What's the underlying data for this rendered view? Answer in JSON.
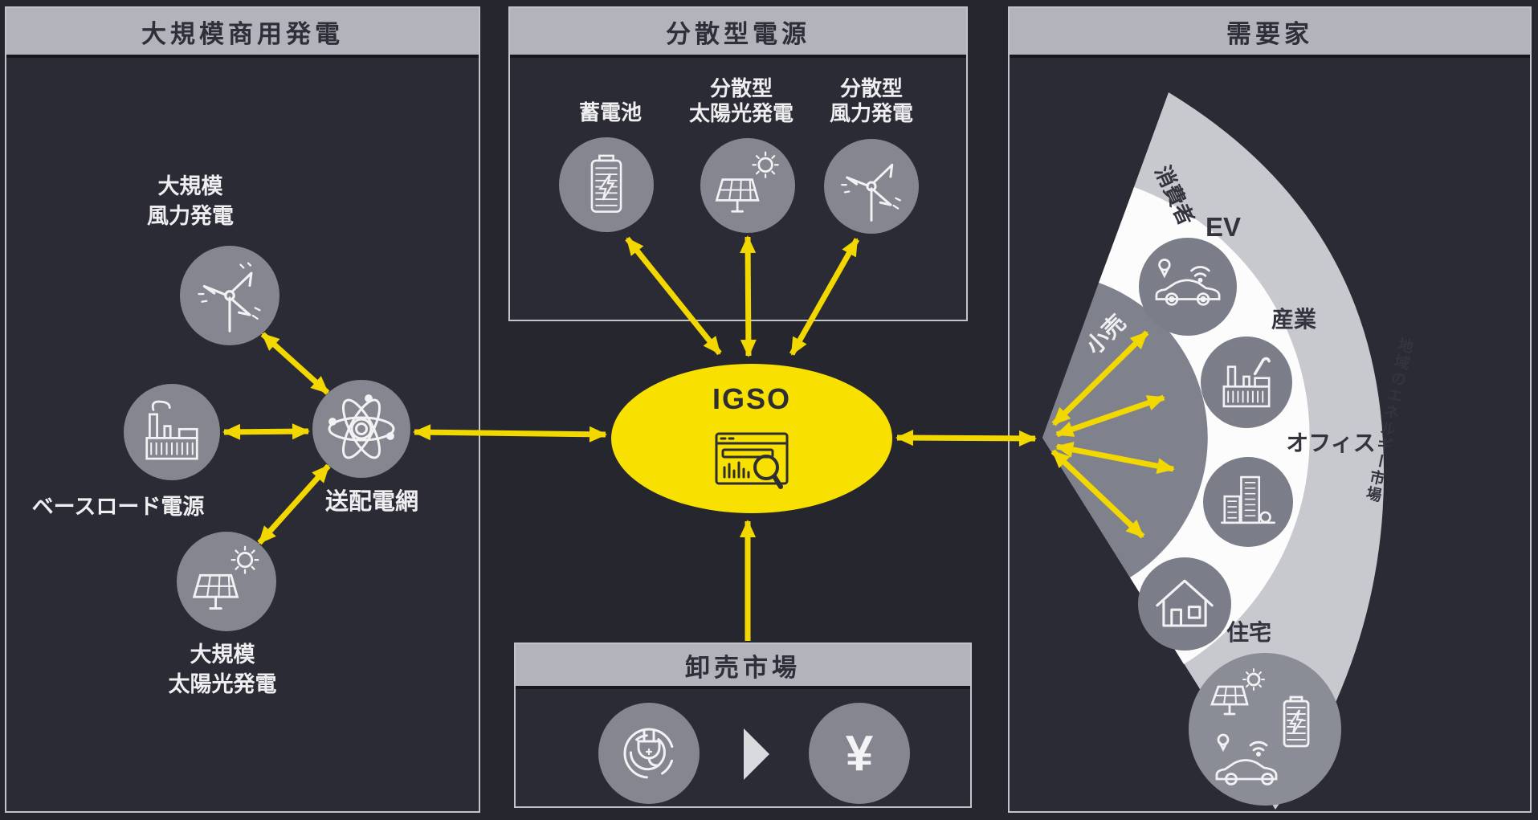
{
  "left_panel": {
    "title": "大規模商用発電",
    "wind_label": [
      "大規模",
      "風力発電"
    ],
    "baseload_label": "ベースロード電源",
    "grid_label": "送配電網",
    "solar_label": [
      "大規模",
      "太陽光発電"
    ]
  },
  "distributed_panel": {
    "title": "分散型電源",
    "battery_label": "蓄電池",
    "solar_label": [
      "分散型",
      "太陽光発電"
    ],
    "wind_label": [
      "分散型",
      "風力発電"
    ]
  },
  "wholesale_panel": {
    "title": "卸売市場",
    "yen": "¥"
  },
  "consumer_panel": {
    "title": "需要家",
    "consumer": "消費者",
    "retail": "小売",
    "ev": "EV",
    "industry": "産業",
    "office": "オフィス",
    "residential": "住宅",
    "regional_market": "地域のエネルギー市場"
  },
  "center_hub": {
    "label": "IGSO"
  },
  "icons": {
    "left": [
      "wind-turbine-icon",
      "factory-icon",
      "atom-grid-icon",
      "solar-panel-icon"
    ],
    "distributed": [
      "battery-icon",
      "solar-panel-icon",
      "wind-turbine-icon"
    ],
    "wholesale": [
      "plug-icon",
      "flow-triangle-icon",
      "yen-icon"
    ],
    "consumers": [
      "ev-car-icon",
      "industry-factory-icon",
      "office-building-icon",
      "house-icon",
      "prosumer-combo-icon"
    ],
    "center": [
      "dashboard-search-icon"
    ]
  },
  "colors": {
    "background": "#26272e",
    "panel_bg": "#2a2b35",
    "panel_border": "#c3c4ca",
    "header_bg": "#b2b3bb",
    "header_text": "#2e2f38",
    "node_gray": "#85868f",
    "node_gray_dark": "#7b7d89",
    "fan_light": "#c8c9cf",
    "fan_white": "#fcfcfd",
    "fan_wedge": "#7f818d",
    "accent_yellow": "#f3d800",
    "hub_yellow": "#f8e000",
    "icon_white": "#f2f2f4"
  }
}
